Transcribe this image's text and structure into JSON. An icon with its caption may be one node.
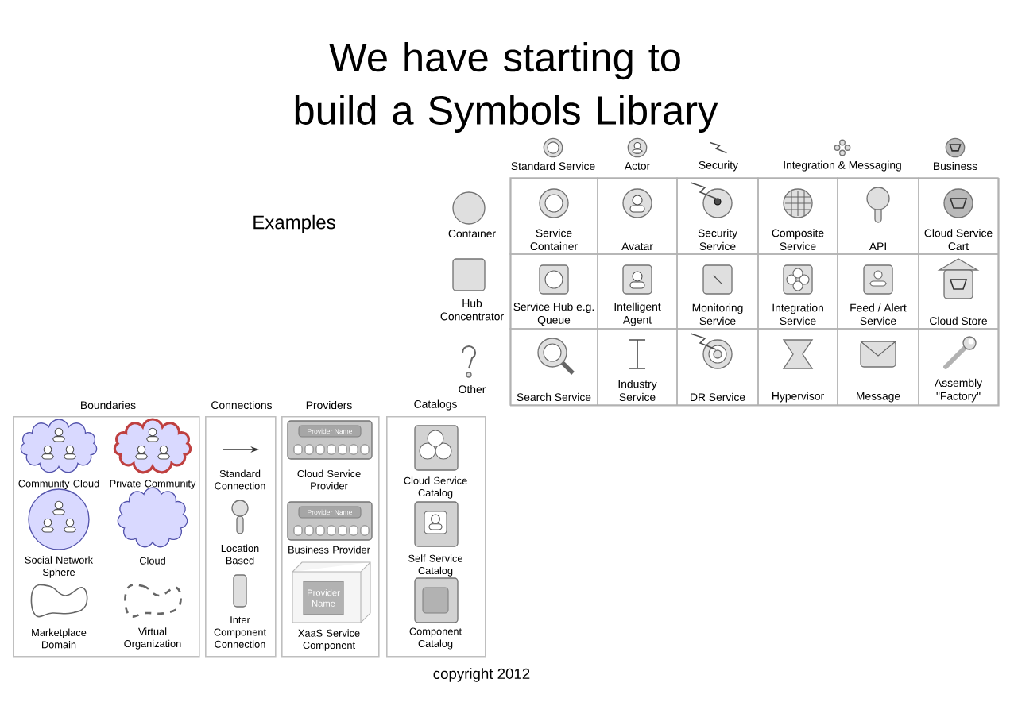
{
  "diagram": {
    "title": "We have starting to build a Symbols Library",
    "nodes": [
      {
        "text": [],
        "shape": "box"
      },
      {
        "text": [
          "Service Container"
        ],
        "in": 0
      },
      {
        "text": [
          "Avatar"
        ],
        "in": 0
      },
      {
        "text": [
          "Security Service"
        ],
        "in": 0
      },
      {
        "text": [
          "Composite Service"
        ],
        "in": 0
      },
      {
        "text": [
          "API"
        ],
        "in": 0
      },
      {
        "text": [
          "Cloud Service Cart"
        ],
        "in": 0
      },
      {
        "text": [
          "Service Hub e.g. Queue"
        ],
        "in": 0
      },
      {
        "text": [
          "Intelligent Agent"
        ],
        "in": 0
      },
      {
        "text": [
          "Monitoring Service"
        ],
        "in": 0
      },
      {
        "text": [
          "Integration Service"
        ],
        "in": 0
      },
      {
        "text": [
          "Feed / Alert Service"
        ],
        "in": 0
      },
      {
        "text": [
          "Cloud Store"
        ],
        "in": 0
      },
      {
        "text": [
          "Search Service"
        ],
        "in": 0
      },
      {
        "text": [
          "Industry Service"
        ],
        "in": 0
      },
      {
        "text": [
          "DR Service"
        ],
        "in": 0
      },
      {
        "text": [
          "Hypervisor"
        ],
        "in": 0
      },
      {
        "text": [
          "Message"
        ],
        "in": 0
      },
      {
        "text": [
          "Assembly \"Factory\""
        ],
        "in": 0
      },
      {
        "text": [
          "Boundaries"
        ]
      },
      {
        "text": [
          "Community Cloud"
        ],
        "in": 19
      },
      {
        "text": [
          "Private Community"
        ],
        "in": 19
      },
      {
        "text": [
          "Social Network Sphere"
        ],
        "in": 19
      },
      {
        "text": [
          "Cloud"
        ],
        "in": 19
      },
      {
        "text": [
          "Marketplace Domain"
        ],
        "in": 19
      },
      {
        "text": [
          "Virtual Organization"
        ],
        "in": 19
      },
      {
        "text": [
          "Connections"
        ]
      },
      {
        "text": [
          "Standard Connection"
        ],
        "in": 26
      },
      {
        "text": [
          "Location Based"
        ],
        "in": 26
      },
      {
        "text": [
          "Inter Component Connection"
        ],
        "in": 26
      },
      {
        "text": [
          "Providers"
        ]
      },
      {
        "text": [
          "Cloud Service Provider"
        ],
        "in": 30
      },
      {
        "text": [
          "Business Provider"
        ],
        "in": 30
      },
      {
        "text": [
          "XaaS Service Component"
        ],
        "in": 30
      },
      {
        "text": [
          "Catalogs"
        ]
      },
      {
        "text": [
          "Cloud Service Catalog"
        ],
        "in": 34
      },
      {
        "text": [
          "Self Service Catalog"
        ],
        "in": 34
      },
      {
        "text": [
          "Component Catalog"
        ],
        "in": 34
      }
    ],
    "labels": [
      "Standard Service",
      "Actor",
      "Security",
      "Integration & Messaging",
      "Business",
      "Examples",
      "Container",
      "Hub Concentrator",
      "Other",
      "Provider Name",
      "Provider Name",
      "Provider Name",
      "copyright 2012"
    ]
  }
}
